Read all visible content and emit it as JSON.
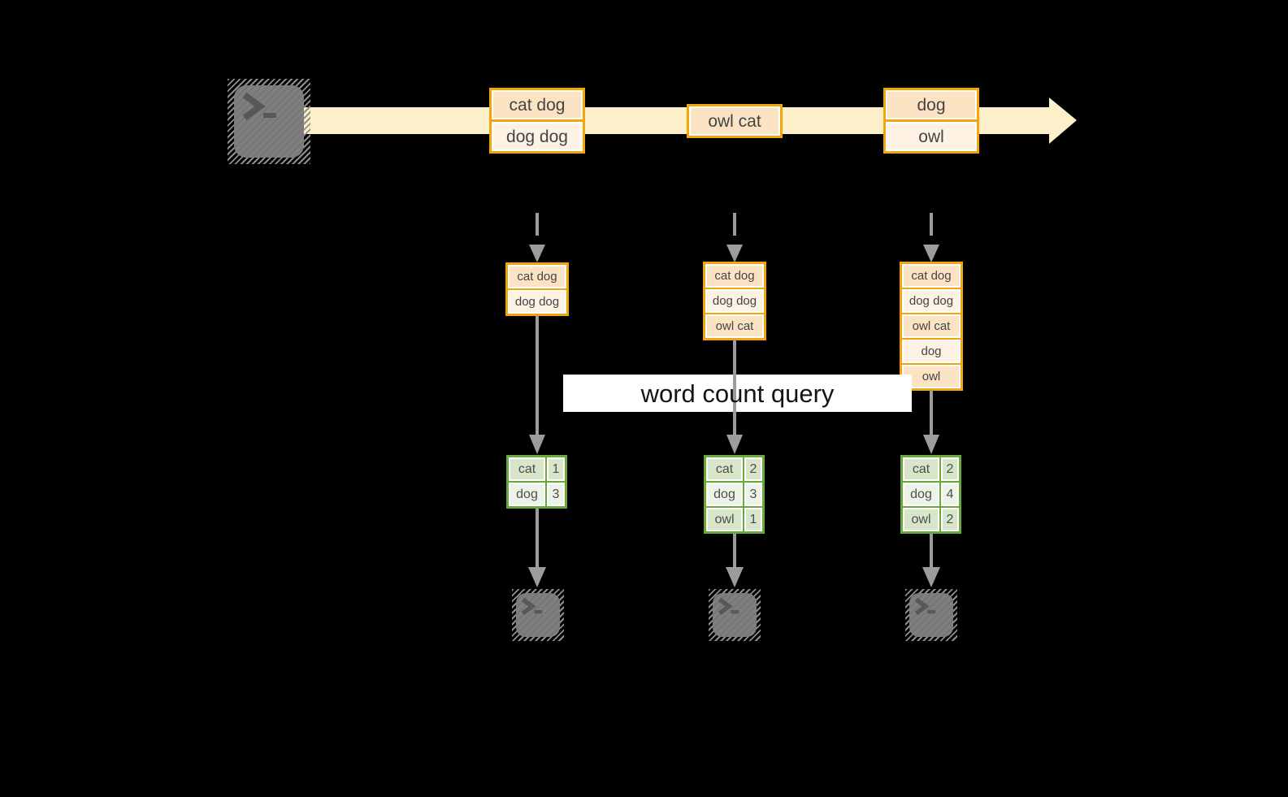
{
  "diagram": "streaming word count",
  "colors": {
    "background": "#000000",
    "stream_band": "#FCF0CA",
    "orange_border": "#F2A60B",
    "orange_cell_dark": "#FBE3C4",
    "orange_cell_light": "#FDF2E4",
    "green_border": "#68A83C",
    "green_cell_dark": "#D7E5C8",
    "green_cell_light": "#EDF3E6",
    "arrow_gray": "#9C9C9C",
    "terminal_gray": "#7F7F7F",
    "query_box": "#FFFFFF"
  },
  "icons": {
    "source": "terminal-icon",
    "sinks": [
      "terminal-icon",
      "terminal-icon",
      "terminal-icon"
    ],
    "prompt_glyph": ">_"
  },
  "stream": {
    "events": [
      {
        "lines": [
          "cat dog",
          "dog dog"
        ]
      },
      {
        "lines": [
          "owl cat"
        ]
      },
      {
        "lines": [
          "dog",
          "owl"
        ]
      }
    ]
  },
  "query": {
    "label": "word count query"
  },
  "columns": [
    {
      "state": [
        "cat dog",
        "dog dog"
      ],
      "counts": [
        {
          "word": "cat",
          "count": "1"
        },
        {
          "word": "dog",
          "count": "3"
        }
      ]
    },
    {
      "state": [
        "cat dog",
        "dog dog",
        "owl cat"
      ],
      "counts": [
        {
          "word": "cat",
          "count": "2"
        },
        {
          "word": "dog",
          "count": "3"
        },
        {
          "word": "owl",
          "count": "1"
        }
      ]
    },
    {
      "state": [
        "cat dog",
        "dog dog",
        "owl cat",
        "dog",
        "owl"
      ],
      "counts": [
        {
          "word": "cat",
          "count": "2"
        },
        {
          "word": "dog",
          "count": "4"
        },
        {
          "word": "owl",
          "count": "2"
        }
      ]
    }
  ]
}
